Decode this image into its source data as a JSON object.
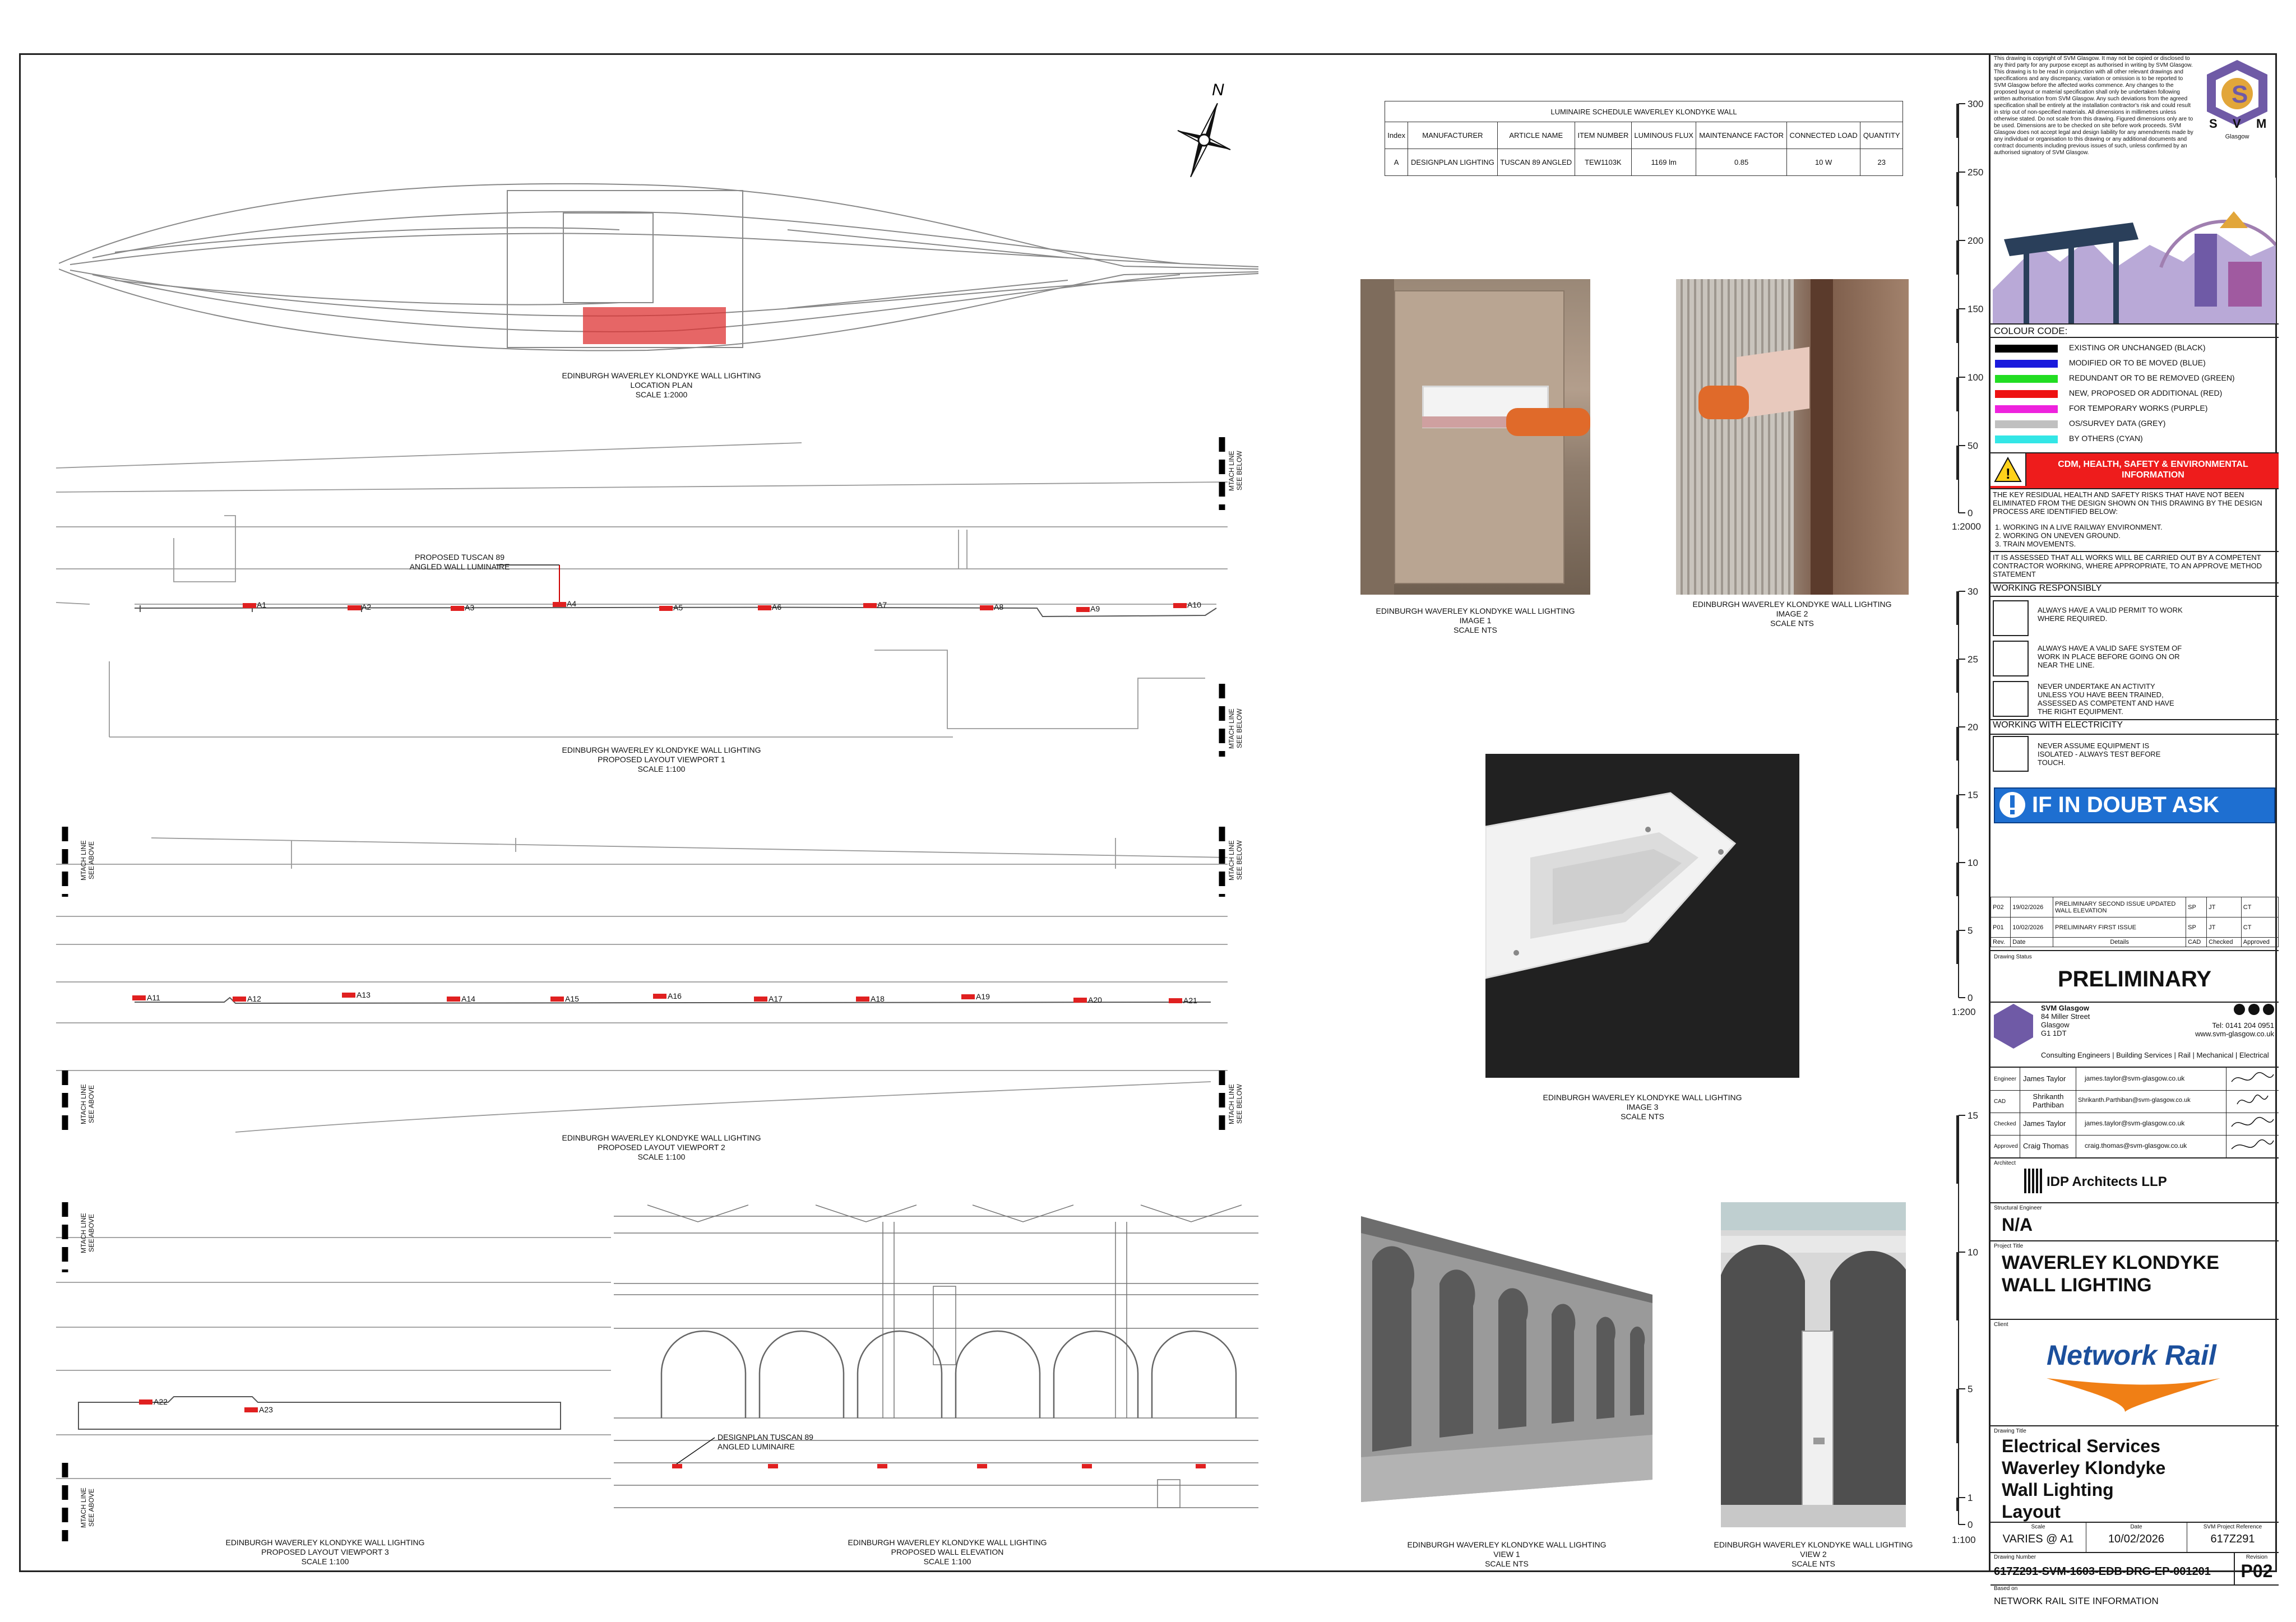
{
  "north_label": "N",
  "schedule": {
    "title": "LUMINAIRE SCHEDULE WAVERLEY KLONDYKE WALL",
    "headers": [
      "Index",
      "MANUFACTURER",
      "ARTICLE NAME",
      "ITEM NUMBER",
      "LUMINOUS FLUX",
      "MAINTENANCE FACTOR",
      "CONNECTED LOAD",
      "QUANTITY"
    ],
    "row": [
      "A",
      "DESIGNPLAN LIGHTING",
      "TUSCAN 89 ANGLED",
      "TEW1103K",
      "1169 lm",
      "0.85",
      "10 W",
      "23"
    ]
  },
  "labels": {
    "location_plan": [
      "EDINBURGH WAVERLEY KLONDYKE WALL LIGHTING",
      "LOCATION PLAN",
      "SCALE 1:2000"
    ],
    "viewport1": [
      "EDINBURGH WAVERLEY KLONDYKE WALL LIGHTING",
      "PROPOSED LAYOUT VIEWPORT 1",
      "SCALE 1:100"
    ],
    "viewport2": [
      "EDINBURGH WAVERLEY KLONDYKE WALL LIGHTING",
      "PROPOSED LAYOUT VIEWPORT 2",
      "SCALE 1:100"
    ],
    "viewport3": [
      "EDINBURGH WAVERLEY KLONDYKE WALL LIGHTING",
      "PROPOSED LAYOUT VIEWPORT 3",
      "SCALE 1:100"
    ],
    "elevation": [
      "EDINBURGH WAVERLEY KLONDYKE WALL LIGHTING",
      "PROPOSED WALL ELEVATION",
      "SCALE 1:100"
    ],
    "image1": [
      "EDINBURGH WAVERLEY KLONDYKE WALL LIGHTING",
      "IMAGE 1",
      "SCALE NTS"
    ],
    "image2": [
      "EDINBURGH WAVERLEY KLONDYKE WALL LIGHTING",
      "IMAGE 2",
      "SCALE NTS"
    ],
    "image3": [
      "EDINBURGH WAVERLEY KLONDYKE WALL LIGHTING",
      "IMAGE 3",
      "SCALE NTS"
    ],
    "view1": [
      "EDINBURGH WAVERLEY KLONDYKE WALL LIGHTING",
      "VIEW 1",
      "SCALE NTS"
    ],
    "view2": [
      "EDINBURGH WAVERLEY KLONDYKE WALL LIGHTING",
      "VIEW 2",
      "SCALE NTS"
    ],
    "proposed_callout": [
      "PROPOSED TUSCAN 89",
      "ANGLED WALL LUMINAIRE"
    ],
    "designplan_callout": [
      "DESIGNPLAN TUSCAN 89",
      "ANGLED LUMINAIRE"
    ],
    "match_above": [
      "MTACH LINE",
      "SEE ABOVE"
    ],
    "match_below": [
      "MTACH LINE",
      "SEE BELOW"
    ]
  },
  "luminaires": {
    "vp1": [
      "A1",
      "A2",
      "A3",
      "A4",
      "A5",
      "A6",
      "A7",
      "A8",
      "A9",
      "A10"
    ],
    "vp2": [
      "A11",
      "A12",
      "A13",
      "A14",
      "A15",
      "A16",
      "A17",
      "A18",
      "A19",
      "A20",
      "A21"
    ],
    "vp3": [
      "A22",
      "A23"
    ]
  },
  "scale_bars": {
    "bar1": {
      "ticks": [
        "300",
        "250",
        "200",
        "150",
        "100",
        "50",
        "0"
      ],
      "label": "1:2000"
    },
    "bar2": {
      "ticks": [
        "30",
        "25",
        "20",
        "15",
        "10",
        "5",
        "0"
      ],
      "label": "1:200"
    },
    "bar3": {
      "ticks": [
        "15",
        "10",
        "5",
        "1",
        "0"
      ],
      "label": "1:100"
    }
  },
  "title_block": {
    "copyright": "This drawing is copyright of SVM Glasgow. It may not be copied or disclosed to any third party for any purpose except as authorised in writing by SVM Glasgow. This drawing is to be read in conjunction with all other relevant drawings and specifications and any discrepancy, variation or omission is to be reported to SVM Glasgow before the affected works commence. Any changes to the proposed layout or material specification shall only be undertaken following written authorisation from SVM Glasgow. Any such deviations from the agreed specification shall be entirely at the installation contractor's risk and could result in strip out of non-specified materials. All dimensions in millimetres unless otherwise stated. Do not scale from this drawing. Figured dimensions only are to be used. Dimensions are to be checked on site before work proceeds. SVM Glasgow does not accept legal and design liability for any amendments made by any individual or organisation to this drawing or any additional documents and contract documents including previous issues of such, unless confirmed by an authorised signatory of SVM Glasgow.",
    "logo_letters": [
      "S",
      "V",
      "M"
    ],
    "logo_city": "Glasgow",
    "colour_code_title": "COLOUR CODE:",
    "colour_codes": [
      {
        "label": "EXISTING OR UNCHANGED (BLACK)",
        "color": "#000000"
      },
      {
        "label": "MODIFIED OR TO BE MOVED (BLUE)",
        "color": "#1a1adc"
      },
      {
        "label": "REDUNDANT OR TO BE REMOVED (GREEN)",
        "color": "#22dd22"
      },
      {
        "label": "NEW, PROPOSED OR ADDITIONAL (RED)",
        "color": "#ee1111"
      },
      {
        "label": "FOR TEMPORARY WORKS (PURPLE)",
        "color": "#ee22dd"
      },
      {
        "label": "OS/SURVEY DATA (GREY)",
        "color": "#c0c0c0"
      },
      {
        "label": "BY OTHERS (CYAN)",
        "color": "#33e6e6"
      }
    ],
    "cdm_title": "CDM, HEALTH, SAFETY & ENVIRONMENTAL INFORMATION",
    "cdm_text": "THE KEY RESIDUAL HEALTH AND SAFETY RISKS THAT HAVE NOT BEEN ELIMINATED FROM THE DESIGN SHOWN ON THIS DRAWING BY THE DESIGN PROCESS ARE IDENTIFIED BELOW:",
    "risks": [
      "1.   WORKING IN A LIVE RAILWAY ENVIRONMENT.",
      "2.   WORKING ON UNEVEN GROUND.",
      "3.   TRAIN MOVEMENTS."
    ],
    "assessed": "IT IS ASSESSED THAT ALL WORKS WILL BE CARRIED OUT BY A COMPETENT CONTRACTOR WORKING, WHERE APPROPRIATE, TO AN APPROVE METHOD STATEMENT",
    "working_responsibly": "WORKING RESPONSIBLY",
    "resp_items": [
      "ALWAYS HAVE A VALID PERMIT TO WORK WHERE REQUIRED.",
      "ALWAYS HAVE A VALID SAFE SYSTEM OF WORK IN PLACE BEFORE GOING ON OR NEAR THE LINE.",
      "NEVER UNDERTAKE AN ACTIVITY UNLESS YOU HAVE BEEN TRAINED, ASSESSED AS COMPETENT AND HAVE THE RIGHT EQUIPMENT."
    ],
    "working_electricity": "WORKING WITH ELECTRICITY",
    "elec_item": "NEVER ASSUME EQUIPMENT IS ISOLATED - ALWAYS TEST BEFORE TOUCH.",
    "doubt": "IF IN DOUBT ASK",
    "revisions": [
      [
        "P02",
        "19/02/2026",
        "PRELIMINARY SECOND ISSUE UPDATED WALL ELEVATION",
        "SP",
        "JT",
        "CT"
      ],
      [
        "P01",
        "10/02/2026",
        "PRELIMINARY FIRST ISSUE",
        "SP",
        "JT",
        "CT"
      ]
    ],
    "rev_headers": [
      "Rev.",
      "Date",
      "Details",
      "CAD",
      "Checked",
      "Approved"
    ],
    "drawing_status_label": "Drawing Status",
    "drawing_status": "PRELIMINARY",
    "company": {
      "name": "SVM Glasgow",
      "address": [
        "84 Miller Street",
        "Glasgow",
        "G1 1DT"
      ],
      "tel": "Tel: 0141 204 0951",
      "web": "www.svm-glasgow.co.uk",
      "services": "Consulting Engineers | Building Services | Rail | Mechanical | Electrical"
    },
    "people": [
      {
        "role": "Engineer",
        "name": "James Taylor",
        "email": "james.taylor@svm-glasgow.co.uk"
      },
      {
        "role": "CAD",
        "name": "Shrikanth Parthiban",
        "email": "Shrikanth.Parthiban@svm-glasgow.co.uk"
      },
      {
        "role": "Checked",
        "name": "James Taylor",
        "email": "james.taylor@svm-glasgow.co.uk"
      },
      {
        "role": "Approved",
        "name": "Craig Thomas",
        "email": "craig.thomas@svm-glasgow.co.uk"
      }
    ],
    "architect_label": "Architect",
    "architect": "IDP Architects LLP",
    "structural_label": "Structural Engineer",
    "structural": "N/A",
    "project_title_label": "Project Title",
    "project_title": [
      "WAVERLEY KLONDYKE",
      "WALL LIGHTING"
    ],
    "client_label": "Client",
    "client": "Network Rail",
    "drawing_title_label": "Drawing Title",
    "drawing_title": [
      "Electrical Services",
      "Waverley Klondyke",
      "Wall Lighting",
      "Layout"
    ],
    "scale_label": "Scale",
    "scale": "VARIES @ A1",
    "date_label": "Date",
    "date": "10/02/2026",
    "svm_ref_label": "SVM Project Reference",
    "svm_ref": "617Z291",
    "drawing_number_label": "Drawing Number",
    "drawing_number": "617Z291-SVM-1603-EDB-DRG-EP-001201",
    "revision_label": "Revision",
    "revision": "P02",
    "based_on_label": "Based on",
    "based_on": "NETWORK RAIL SITE INFORMATION"
  }
}
